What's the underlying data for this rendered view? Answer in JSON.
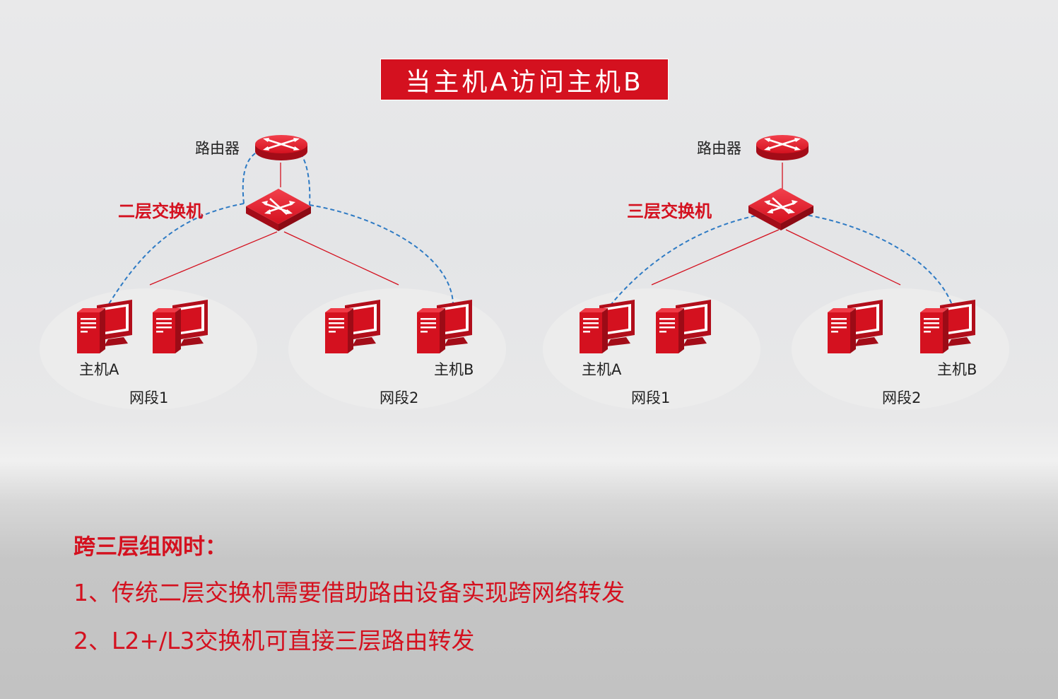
{
  "title": "当主机A访问主机B",
  "colors": {
    "accent": "#d4111f",
    "ellipse": "#ececec",
    "path": "#2f7bc4"
  },
  "left_diagram": {
    "router_label": "路由器",
    "switch_label": "二层交换机",
    "host_a_label": "主机A",
    "host_b_label": "主机B",
    "segment1_label": "网段1",
    "segment2_label": "网段2"
  },
  "right_diagram": {
    "router_label": "路由器",
    "switch_label": "三层交换机",
    "host_a_label": "主机A",
    "host_b_label": "主机B",
    "segment1_label": "网段1",
    "segment2_label": "网段2"
  },
  "bottom": {
    "heading": "跨三层组网时：",
    "line1": "1、传统二层交换机需要借助路由设备实现跨网络转发",
    "line2": "2、L2+/L3交换机可直接三层路由转发"
  },
  "icons": [
    "router-icon",
    "switch-icon",
    "computer-icon"
  ]
}
